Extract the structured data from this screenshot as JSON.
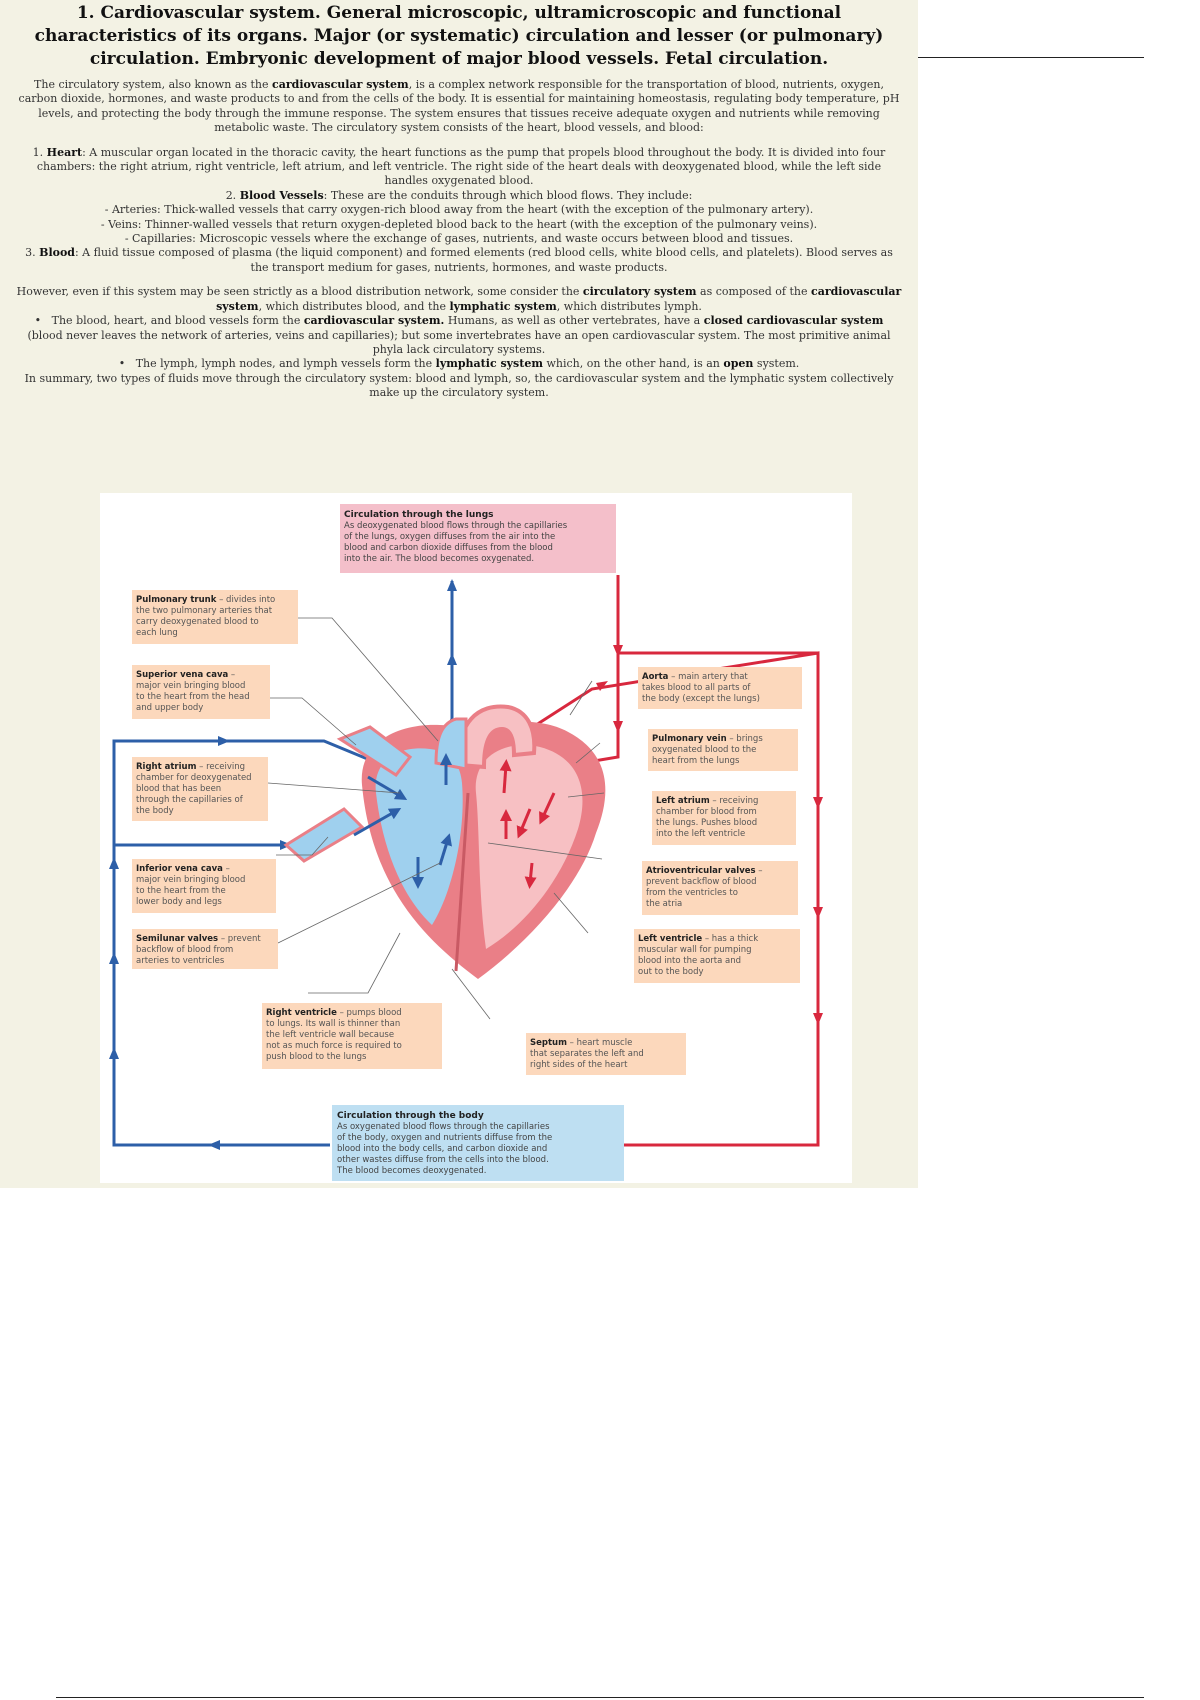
{
  "heading": {
    "lines": [
      "1.  Cardiovascular system. General microscopic, ultramicroscopic and functional",
      "characteristics of its organs. Major (or systematic) circulation and lesser (or pulmonary)",
      "circulation. Embryonic development of major blood vessels. Fetal circulation."
    ]
  },
  "intro": {
    "pre": "The circulatory system, also known as the ",
    "bold": "cardiovascular system",
    "post": ", is a complex network responsible for the transportation of blood, nutrients, oxygen, carbon dioxide, hormones, and waste products to and from the cells of the body. It is essential for maintaining homeostasis, regulating body temperature, pH levels, and protecting the body through the immune response. The system ensures that tissues receive adequate oxygen and nutrients while removing metabolic waste. The circulatory system consists of the heart, blood vessels, and blood:"
  },
  "components": {
    "heart_num": "1. ",
    "heart_label": "Heart",
    "heart_text": ": A muscular organ located in the thoracic cavity, the heart functions as the pump that propels blood throughout the body. It is divided into four chambers: the right atrium, right ventricle, left atrium, and left ventricle. The right side of the heart deals with deoxygenated blood, while the left side handles oxygenated blood.",
    "vessels_num": "2. ",
    "vessels_label": "Blood Vessels",
    "vessels_text": ": These are the conduits through which blood flows. They include:",
    "arteries": "- Arteries: Thick-walled vessels that carry oxygen-rich blood away from the heart (with the exception of the pulmonary artery).",
    "veins": "- Veins: Thinner-walled vessels that return oxygen-depleted blood back to the heart (with the exception of the pulmonary veins).",
    "capillaries": "- Capillaries: Microscopic vessels where the exchange of gases, nutrients, and waste occurs between blood and tissues.",
    "blood_num": "3. ",
    "blood_label": "Blood",
    "blood_text": ": A fluid tissue composed of plasma (the liquid component) and formed elements (red blood cells, white blood cells, and platelets). Blood serves as the transport medium for gases, nutrients, hormones, and waste products."
  },
  "systems": {
    "p1_a": "However, even if this system may be seen strictly as a blood distribution network, some consider the ",
    "p1_b": "circulatory system",
    "p1_c": " as composed of the ",
    "p1_d": "cardiovascular system",
    "p1_e": ", which distributes blood, and the ",
    "p1_f": "lymphatic system",
    "p1_g": ", which distributes lymph.",
    "bullet": "•",
    "b1_a": "The blood, heart, and blood vessels form the ",
    "b1_b": "cardiovascular system.",
    "b1_c": " Humans, as well as other vertebrates, have a ",
    "b1_d": "closed cardiovascular system",
    "b1_e": " (blood never leaves the network of arteries, veins and capillaries); but some invertebrates have an open cardiovascular system. The most primitive animal phyla lack circulatory systems.",
    "b2_a": "The lymph, lymph nodes, and lymph vessels form the ",
    "b2_b": "lymphatic system",
    "b2_c": " which, on the other hand, is an ",
    "b2_d": "open",
    "b2_e": " system.",
    "summary": "In summary, two types of fluids move through the circulatory system: blood and lymph, so, the cardiovascular system and the lymphatic system collectively make up the circulatory system."
  },
  "diagram": {
    "colors": {
      "vein_blue": "#2d5fa8",
      "artery_red": "#d8283e",
      "label_bg": "#fcd8bc",
      "lungs_bg": "#f4bfca",
      "body_bg": "#bedff2",
      "heart_right": "#9fd0ee",
      "heart_left": "#f7c0c3",
      "muscle": "#ea7f87"
    },
    "lungs": {
      "title": "Circulation through the lungs",
      "lines": [
        "As deoxygenated blood flows through the capillaries",
        "of the lungs, oxygen diffuses from the air into the",
        "blood and carbon dioxide diffuses from the blood",
        "into the air. The blood becomes oxygenated."
      ]
    },
    "body": {
      "title": "Circulation through the body",
      "lines": [
        "As oxygenated blood flows through the capillaries",
        "of the body, oxygen and nutrients diffuse from the",
        "blood into the body cells, and carbon dioxide and",
        "other wastes diffuse from the cells into the blood.",
        "The blood becomes deoxygenated."
      ]
    },
    "labels": {
      "pulmonary_trunk": {
        "name": "Pulmonary trunk",
        "desc": " – divides into",
        "lines": [
          "the two pulmonary arteries that",
          "carry deoxygenated blood to",
          "each lung"
        ]
      },
      "superior_vena_cava": {
        "name": "Superior vena cava",
        "desc": " –",
        "lines": [
          "major vein bringing blood",
          "to the heart from the head",
          "and upper body"
        ]
      },
      "right_atrium": {
        "name": "Right atrium",
        "desc": " – receiving",
        "lines": [
          "chamber for deoxygenated",
          "blood that has been",
          "through the capillaries of",
          "the body"
        ]
      },
      "inferior_vena_cava": {
        "name": "Inferior vena cava",
        "desc": " –",
        "lines": [
          "major vein bringing blood",
          "to the heart from the",
          "lower body and legs"
        ]
      },
      "semilunar_valves": {
        "name": "Semilunar valves",
        "desc": " – prevent",
        "lines": [
          "backflow of blood from",
          "arteries to ventricles"
        ]
      },
      "right_ventricle": {
        "name": "Right ventricle",
        "desc": " – pumps blood",
        "lines": [
          "to lungs. Its wall is thinner than",
          "the left ventricle wall because",
          "not as much force is required to",
          "push blood to the lungs"
        ]
      },
      "aorta": {
        "name": "Aorta",
        "desc": " – main artery that",
        "lines": [
          "takes blood to all parts of",
          "the body (except the lungs)"
        ]
      },
      "pulmonary_vein": {
        "name": "Pulmonary vein",
        "desc": " – brings",
        "lines": [
          "oxygenated blood to the",
          "heart from the lungs"
        ]
      },
      "left_atrium": {
        "name": "Left atrium",
        "desc": " – receiving",
        "lines": [
          "chamber for blood from",
          "the lungs. Pushes blood",
          "into the left ventricle"
        ]
      },
      "av_valves": {
        "name": "Atrioventricular valves",
        "desc": " –",
        "lines": [
          "prevent backflow of blood",
          "from the ventricles to",
          "the atria"
        ]
      },
      "left_ventricle": {
        "name": "Left ventricle",
        "desc": " – has a thick",
        "lines": [
          "muscular wall for pumping",
          "blood into the aorta and",
          "out to the body"
        ]
      },
      "septum": {
        "name": "Septum",
        "desc": " – heart muscle",
        "lines": [
          "that separates the left and",
          "right sides of the heart"
        ]
      }
    }
  }
}
